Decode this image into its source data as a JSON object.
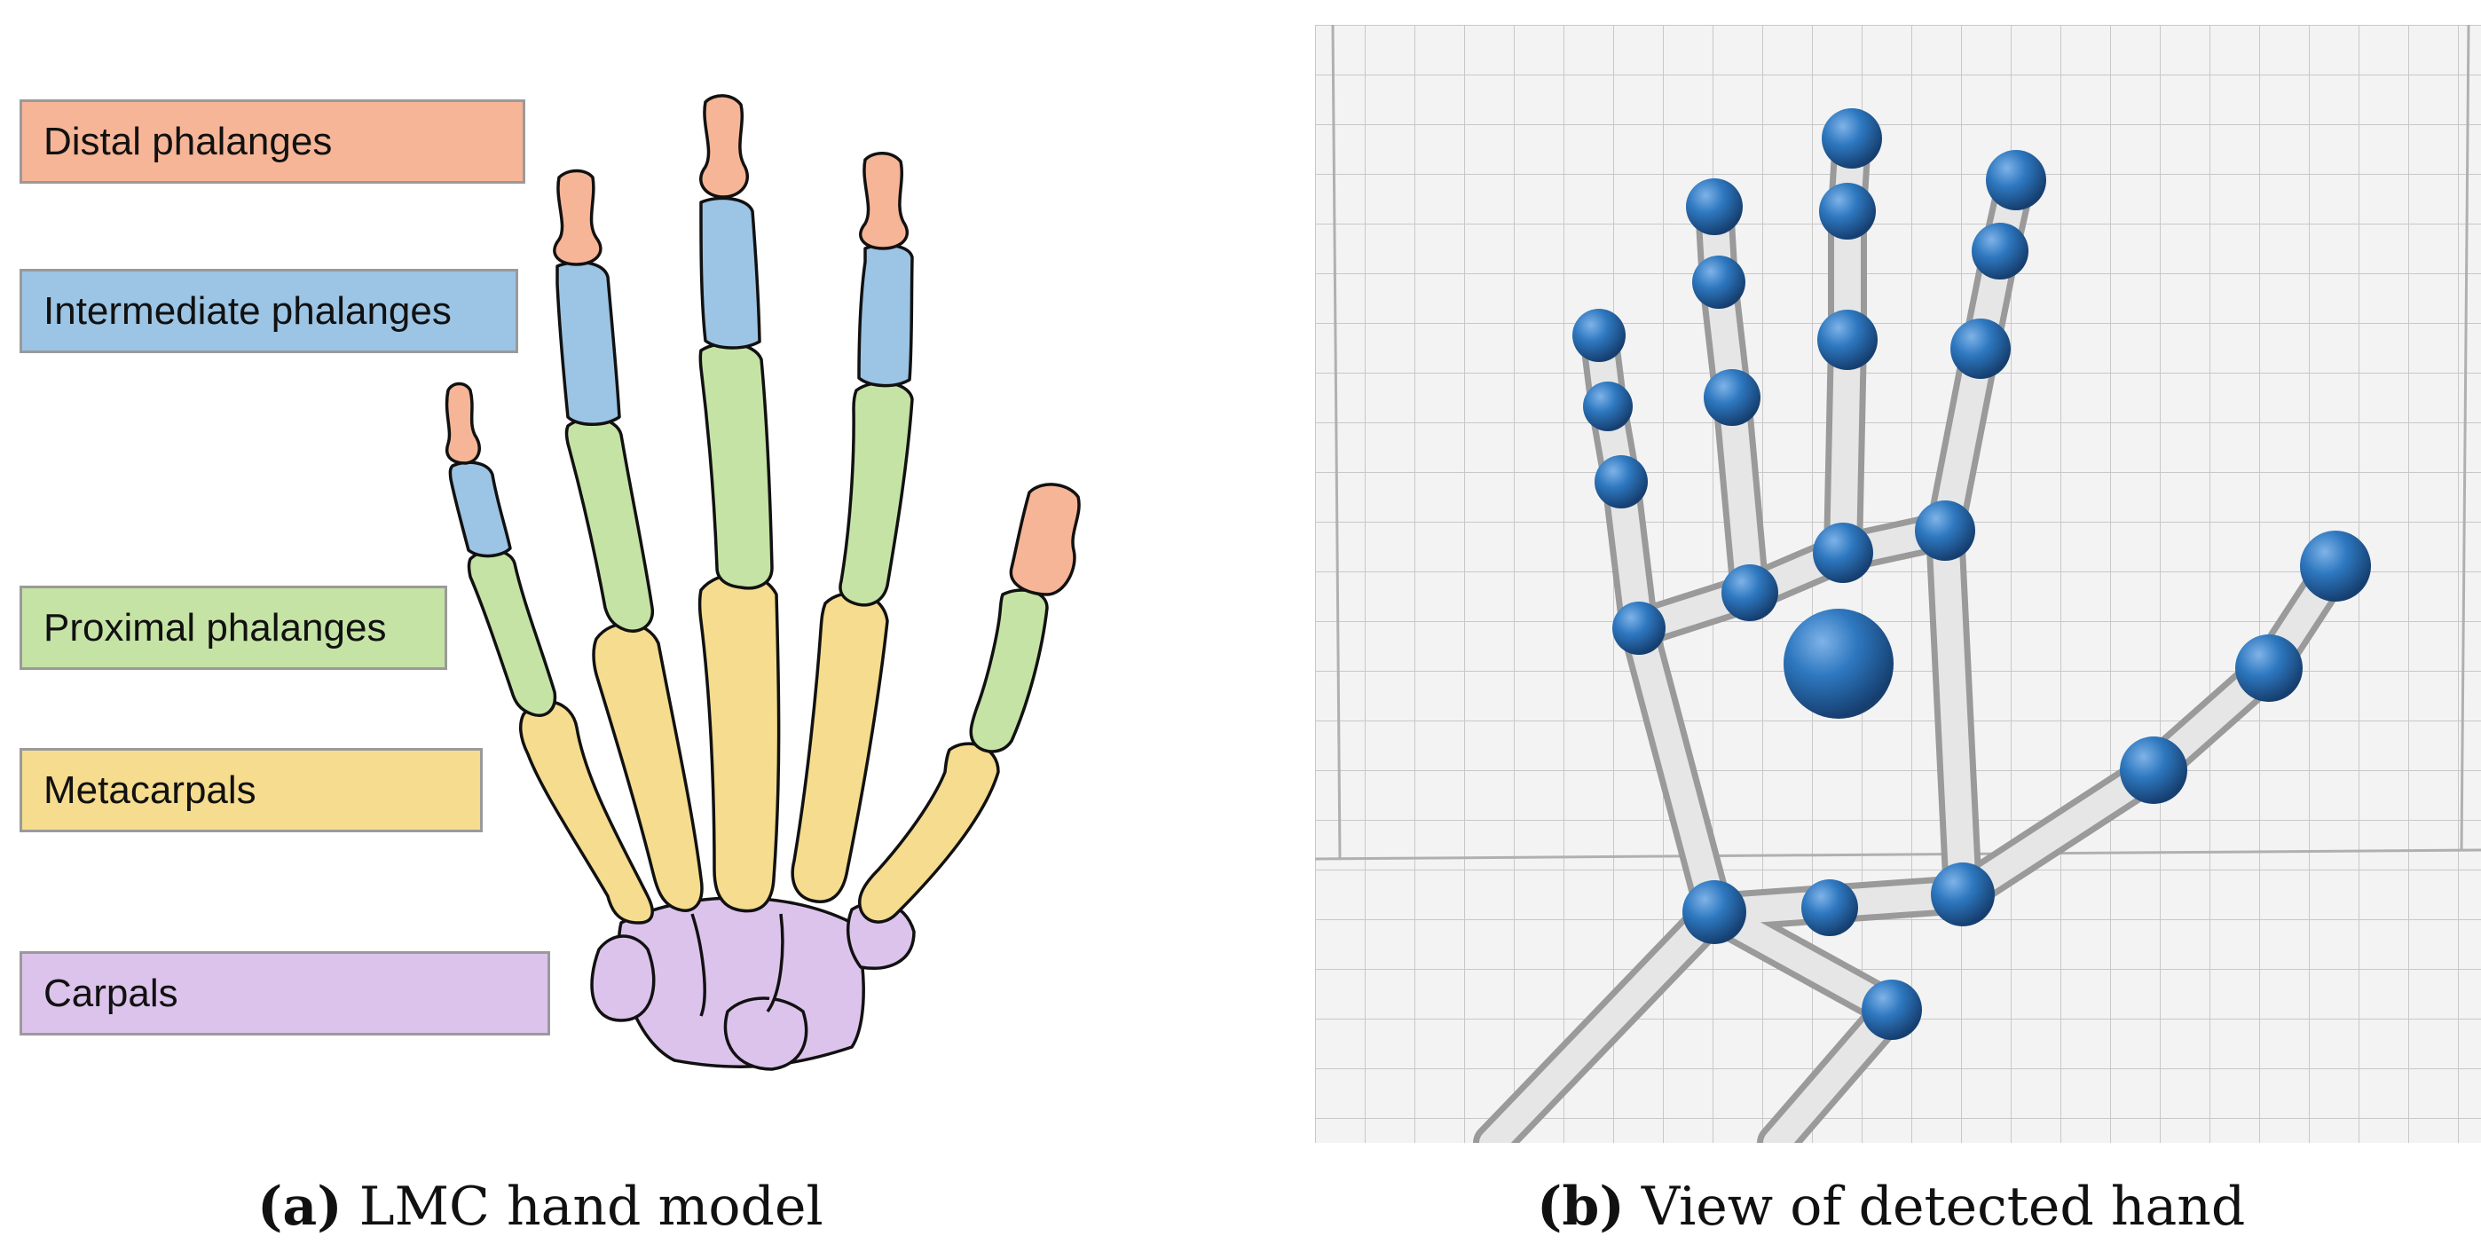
{
  "panel_a": {
    "labels": {
      "distal": "Distal phalanges",
      "intermediate": "Intermediate phalanges",
      "proximal": "Proximal phalanges",
      "metacarpals": "Metacarpals",
      "carpals": "Carpals"
    },
    "colors": {
      "distal": "#f7b597",
      "intermediate": "#9cc4e4",
      "proximal": "#c5e3a5",
      "metacarpals": "#f5dc8e",
      "carpals": "#dcc3ec"
    },
    "caption_tag": "(a)",
    "caption_text": "LMC hand model"
  },
  "panel_b": {
    "joint_color": "#2e78c0",
    "bone_color": "#d9d9d9",
    "caption_tag": "(b)",
    "caption_text": "View of detected hand"
  }
}
